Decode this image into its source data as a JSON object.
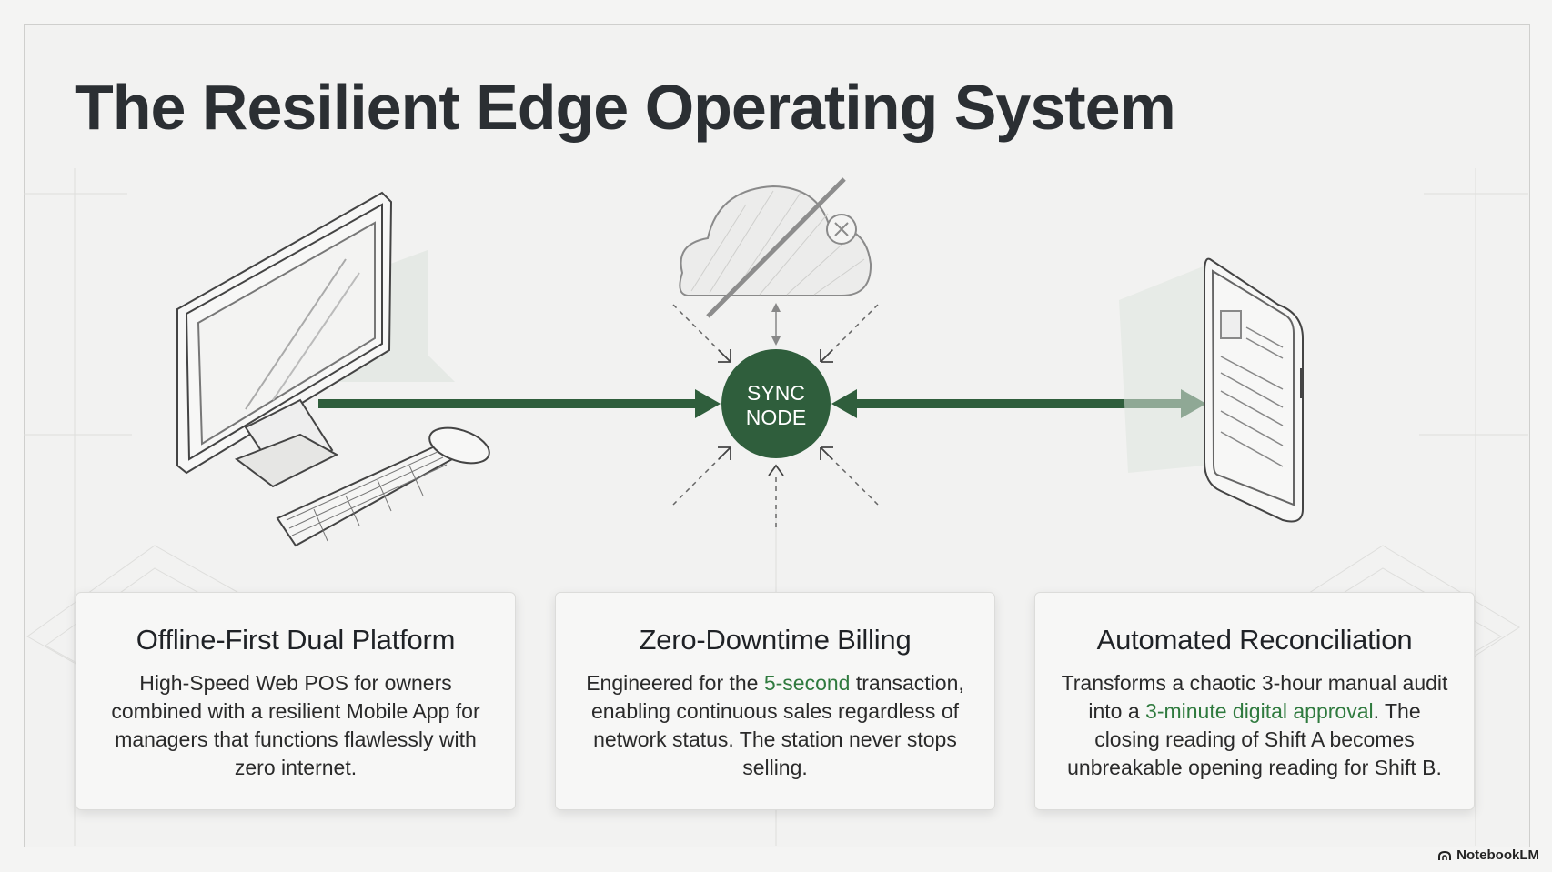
{
  "title": "The Resilient Edge Operating System",
  "sync_node": {
    "line1": "SYNC",
    "line2": "NODE"
  },
  "cards": [
    {
      "heading": "Offline-First Dual Platform",
      "body_parts": [
        "High-Speed Web POS for owners combined with a resilient Mobile App for managers that functions flawlessly with zero internet.",
        "",
        ""
      ]
    },
    {
      "heading": "Zero-Downtime Billing",
      "body_parts": [
        "Engineered for the ",
        "5-second",
        " transaction, enabling continuous sales regardless of network status. The station never stops selling."
      ]
    },
    {
      "heading": "Automated Reconciliation",
      "body_parts": [
        "Transforms a chaotic 3-hour manual audit into a ",
        "3-minute digital approval",
        ". The closing reading of Shift A becomes unbreakable opening reading for Shift B."
      ]
    }
  ],
  "brand": {
    "label": "NotebookLM",
    "icon": "notebooklm-logo-icon"
  },
  "icons": {
    "desktop": "desktop-computer-icon",
    "cloud": "cloud-offline-icon",
    "phone": "mobile-phone-icon"
  },
  "colors": {
    "accent_green": "#2f5e3c",
    "highlight_green": "#2f7a3e",
    "title": "#2b2f33"
  }
}
